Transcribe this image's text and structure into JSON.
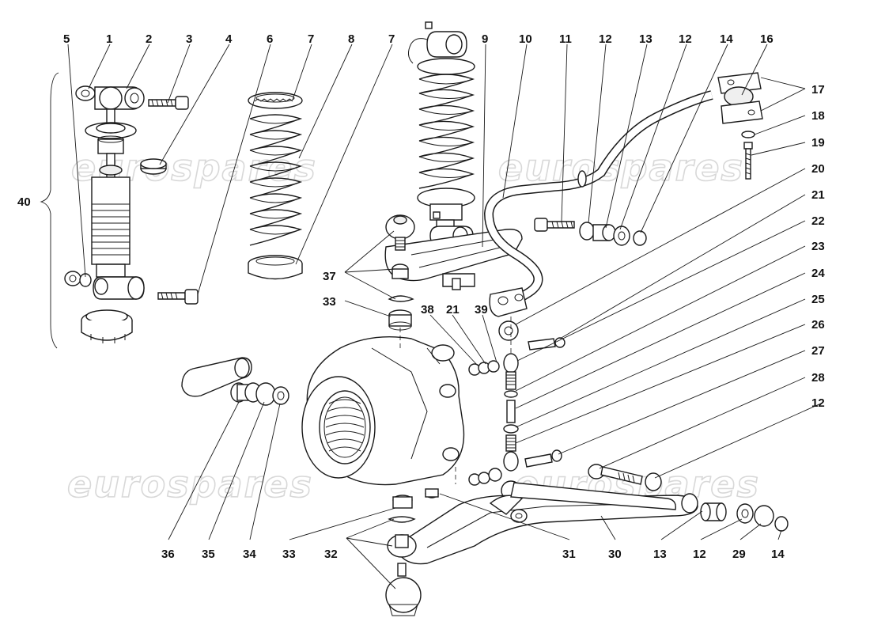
{
  "watermarks": [
    "eurospares",
    "eurospares",
    "eurospares",
    "eurospares"
  ],
  "callouts": {
    "c5": "5",
    "c1": "1",
    "c2": "2",
    "c3": "3",
    "c4": "4",
    "c6": "6",
    "c7a": "7",
    "c8": "8",
    "c7b": "7",
    "c9": "9",
    "c10": "10",
    "c11": "11",
    "c12a": "12",
    "c13a": "13",
    "c12b": "12",
    "c14a": "14",
    "c16": "16",
    "c17": "17",
    "c18": "18",
    "c19": "19",
    "c20": "20",
    "c21a": "21",
    "c22": "22",
    "c23": "23",
    "c24": "24",
    "c25": "25",
    "c26": "26",
    "c27": "27",
    "c28": "28",
    "c12c": "12",
    "c40": "40",
    "c37": "37",
    "c33a": "33",
    "c38": "38",
    "c21b": "21",
    "c39": "39",
    "c36": "36",
    "c35": "35",
    "c34": "34",
    "c33b": "33",
    "c32": "32",
    "c31": "31",
    "c30": "30",
    "c13b": "13",
    "c12d": "12",
    "c29": "29",
    "c14b": "14"
  }
}
